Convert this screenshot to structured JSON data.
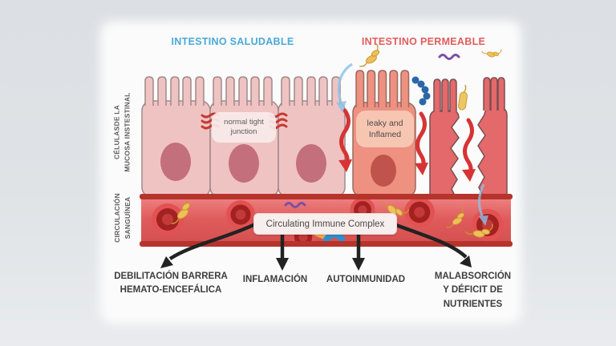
{
  "headers": {
    "healthy": "INTESTINO SALUDABLE",
    "permeable": "INTESTINO PERMEABLE"
  },
  "row_labels": {
    "mucosa": {
      "line1": "CÉLULASDE LA",
      "line2": "MUCOSA INSTESTINAL"
    },
    "blood": {
      "line1": "CIRCULACIÓN",
      "line2": "SANGUÍNEA"
    }
  },
  "callouts": {
    "tight_junction": {
      "line1": "normal tight",
      "line2": "junction"
    },
    "leaky": {
      "line1": "leaky and",
      "line2": "Inflamed"
    },
    "immune_complex": "Circulating Immune Complex"
  },
  "outcomes": [
    {
      "lines": [
        "DEBILITACIÓN BARRERA",
        "HEMATO-ENCEFÁLICA"
      ]
    },
    {
      "lines": [
        "INFLAMACIÓN"
      ]
    },
    {
      "lines": [
        "AUTOINMUNIDAD"
      ]
    },
    {
      "lines": [
        "MALABSORCIÓN",
        "Y DÉFICIT DE",
        "NUTRIENTES"
      ]
    }
  ],
  "icons": {
    "gold_bacteria": "bacteria-gold-icon",
    "purple_toxin": "toxin-purple-squiggle-icon",
    "blue_bead_bacteria": "bacteria-blue-chain-icon",
    "gold_pill_bacteria": "bacteria-gold-pill-icon",
    "blue_blob": "antigen-blue-icon",
    "red_blood_cell": "red-blood-cell-icon",
    "red_wavy_arrow": "leak-arrow-icon",
    "blue_entry_arrow": "entry-arrow-icon"
  },
  "colors": {
    "background": "#dde1e5",
    "healthy_header": "#4aa9d6",
    "permeable_header": "#e15d5d",
    "healthy_cell": "#f0c3c3",
    "inflamed_cell": "#ee9181",
    "damaged_cell": "#e4696b",
    "nucleus": "#c3707c",
    "vessel": "#e05c5c",
    "vessel_border": "#b5342c",
    "tight_junction_marks": "#c23a32",
    "red_arrow": "#d63434",
    "blue_arrow": "#90c4e8",
    "black_arrow": "#222222"
  }
}
